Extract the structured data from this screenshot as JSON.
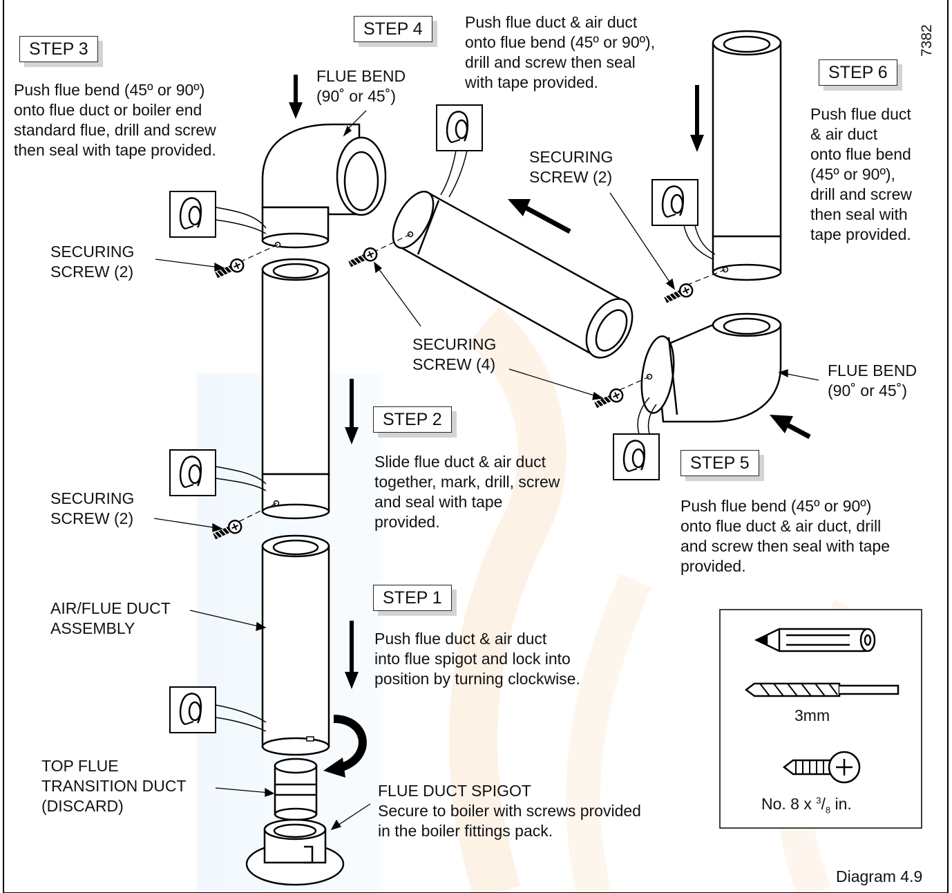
{
  "caption": "Diagram 4.9",
  "figure_code": "7382",
  "steps": {
    "s1": {
      "label": "STEP 1",
      "text": "Push flue duct & air duct\ninto flue spigot and lock into\nposition by turning clockwise."
    },
    "s2": {
      "label": "STEP 2",
      "text": "Slide flue duct & air duct\ntogether, mark, drill, screw\nand seal with tape\nprovided."
    },
    "s3": {
      "label": "STEP 3",
      "text": "Push flue bend (45º or 90º)\nonto flue duct or boiler end\nstandard flue, drill and screw\nthen seal with tape provided."
    },
    "s4": {
      "label": "STEP 4",
      "text": "Push flue duct & air duct\nonto flue bend (45º or 90º),\ndrill and screw then seal\nwith tape provided."
    },
    "s5": {
      "label": "STEP 5",
      "text": "Push flue bend (45º or 90º)\nonto flue duct & air duct, drill\nand screw then seal with tape\nprovided."
    },
    "s6": {
      "label": "STEP 6",
      "text": "Push flue duct\n& air duct\nonto flue bend\n(45º or 90º),\ndrill and screw\nthen seal with\ntape provided."
    }
  },
  "labels": {
    "flue_bend_left": "FLUE BEND\n(90˚ or 45˚)",
    "flue_bend_right": "FLUE BEND\n(90˚ or 45˚)",
    "screw_top_left": "SECURING\nSCREW (2)",
    "screw_mid_left": "SECURING\nSCREW (2)",
    "screw_step4": "SECURING\nSCREW (4)",
    "screw_step6": "SECURING\nSCREW (2)",
    "air_flue_duct": "AIR/FLUE DUCT\nASSEMBLY",
    "transition_duct": "TOP FLUE\nTRANSITION DUCT\n(DISCARD)",
    "spigot": "FLUE DUCT SPIGOT\nSecure to boiler with screws provided\nin the boiler fittings pack."
  },
  "tools": {
    "drill_size": "3mm",
    "screw_prefix": "No. 8 x ",
    "screw_num": "3",
    "screw_den": "8",
    "screw_suffix": " in."
  }
}
